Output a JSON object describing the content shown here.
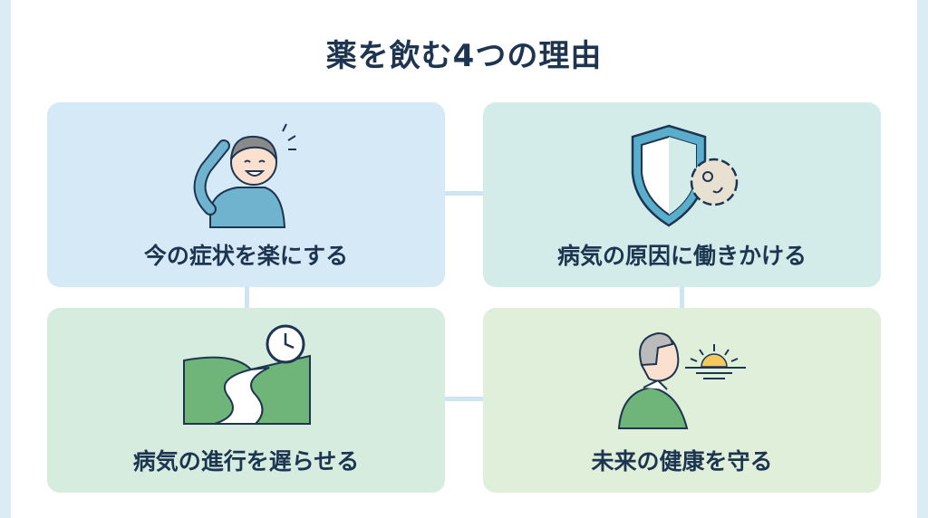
{
  "title": "薬を飲む4つの理由",
  "cards": [
    {
      "label": "今の症状を楽にする",
      "icon": "relieved-person-icon"
    },
    {
      "label": "病気の原因に働きかける",
      "icon": "shield-germ-icon"
    },
    {
      "label": "病気の進行を遅らせる",
      "icon": "road-clock-icon"
    },
    {
      "label": "未来の健康を守る",
      "icon": "elder-sunrise-icon"
    }
  ],
  "colors": {
    "title": "#1d3550",
    "card1": "#d5e9f6",
    "card2": "#d4ece9",
    "card3": "#d6ecdf",
    "card4": "#dfefd9"
  }
}
